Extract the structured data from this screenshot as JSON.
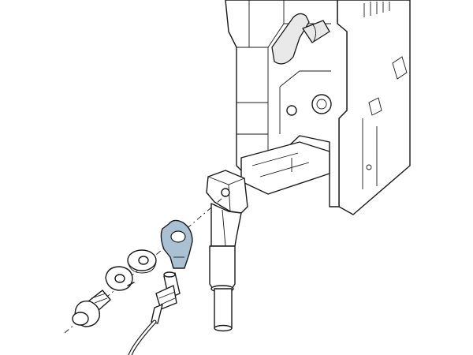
{
  "figure": {
    "kind": "exploded-assembly-drawing",
    "parts": [
      "breaker-frame",
      "terminal-connector",
      "screw",
      "spring-washer",
      "flat-washer",
      "ring-terminal-lug",
      "wire-with-crimp-sleeve"
    ],
    "highlight_color": "#a9c1d3",
    "line_color": "#1a1a1a",
    "shade_color": "#e9e9e9"
  }
}
